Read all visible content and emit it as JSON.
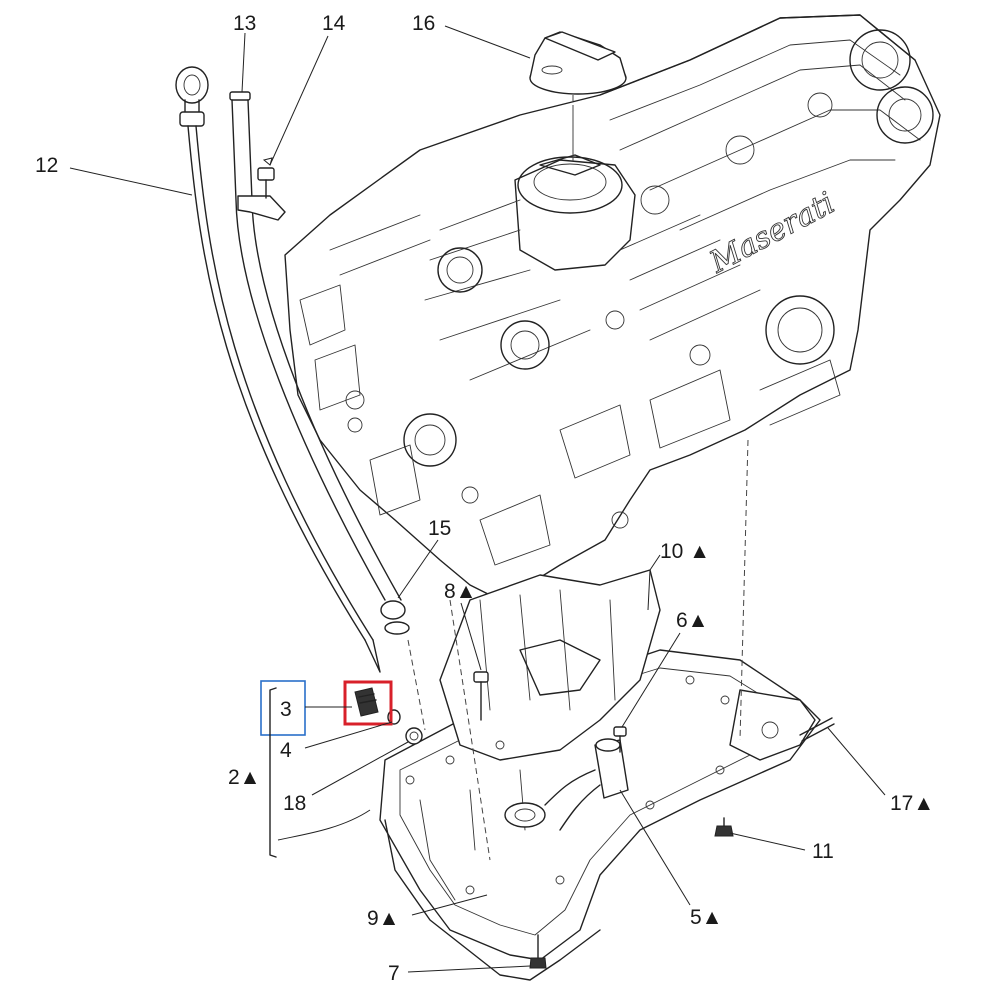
{
  "callouts": [
    {
      "id": "c13",
      "label": "13"
    },
    {
      "id": "c14",
      "label": "14"
    },
    {
      "id": "c16",
      "label": "16"
    },
    {
      "id": "c12",
      "label": "12"
    },
    {
      "id": "c15",
      "label": "15"
    },
    {
      "id": "c10",
      "label": "10 ▲"
    },
    {
      "id": "c8",
      "label": "8▲"
    },
    {
      "id": "c6",
      "label": "6▲"
    },
    {
      "id": "c3",
      "label": "3"
    },
    {
      "id": "c4",
      "label": "4"
    },
    {
      "id": "c2",
      "label": "2▲"
    },
    {
      "id": "c18",
      "label": "18"
    },
    {
      "id": "c17",
      "label": "17▲"
    },
    {
      "id": "c11",
      "label": "11"
    },
    {
      "id": "c9",
      "label": "9▲"
    },
    {
      "id": "c5",
      "label": "5▲"
    },
    {
      "id": "c7",
      "label": "7"
    }
  ],
  "engine_badge": "Maserati",
  "highlights": {
    "red": "#d8202a",
    "blue": "#2a6fc9"
  }
}
